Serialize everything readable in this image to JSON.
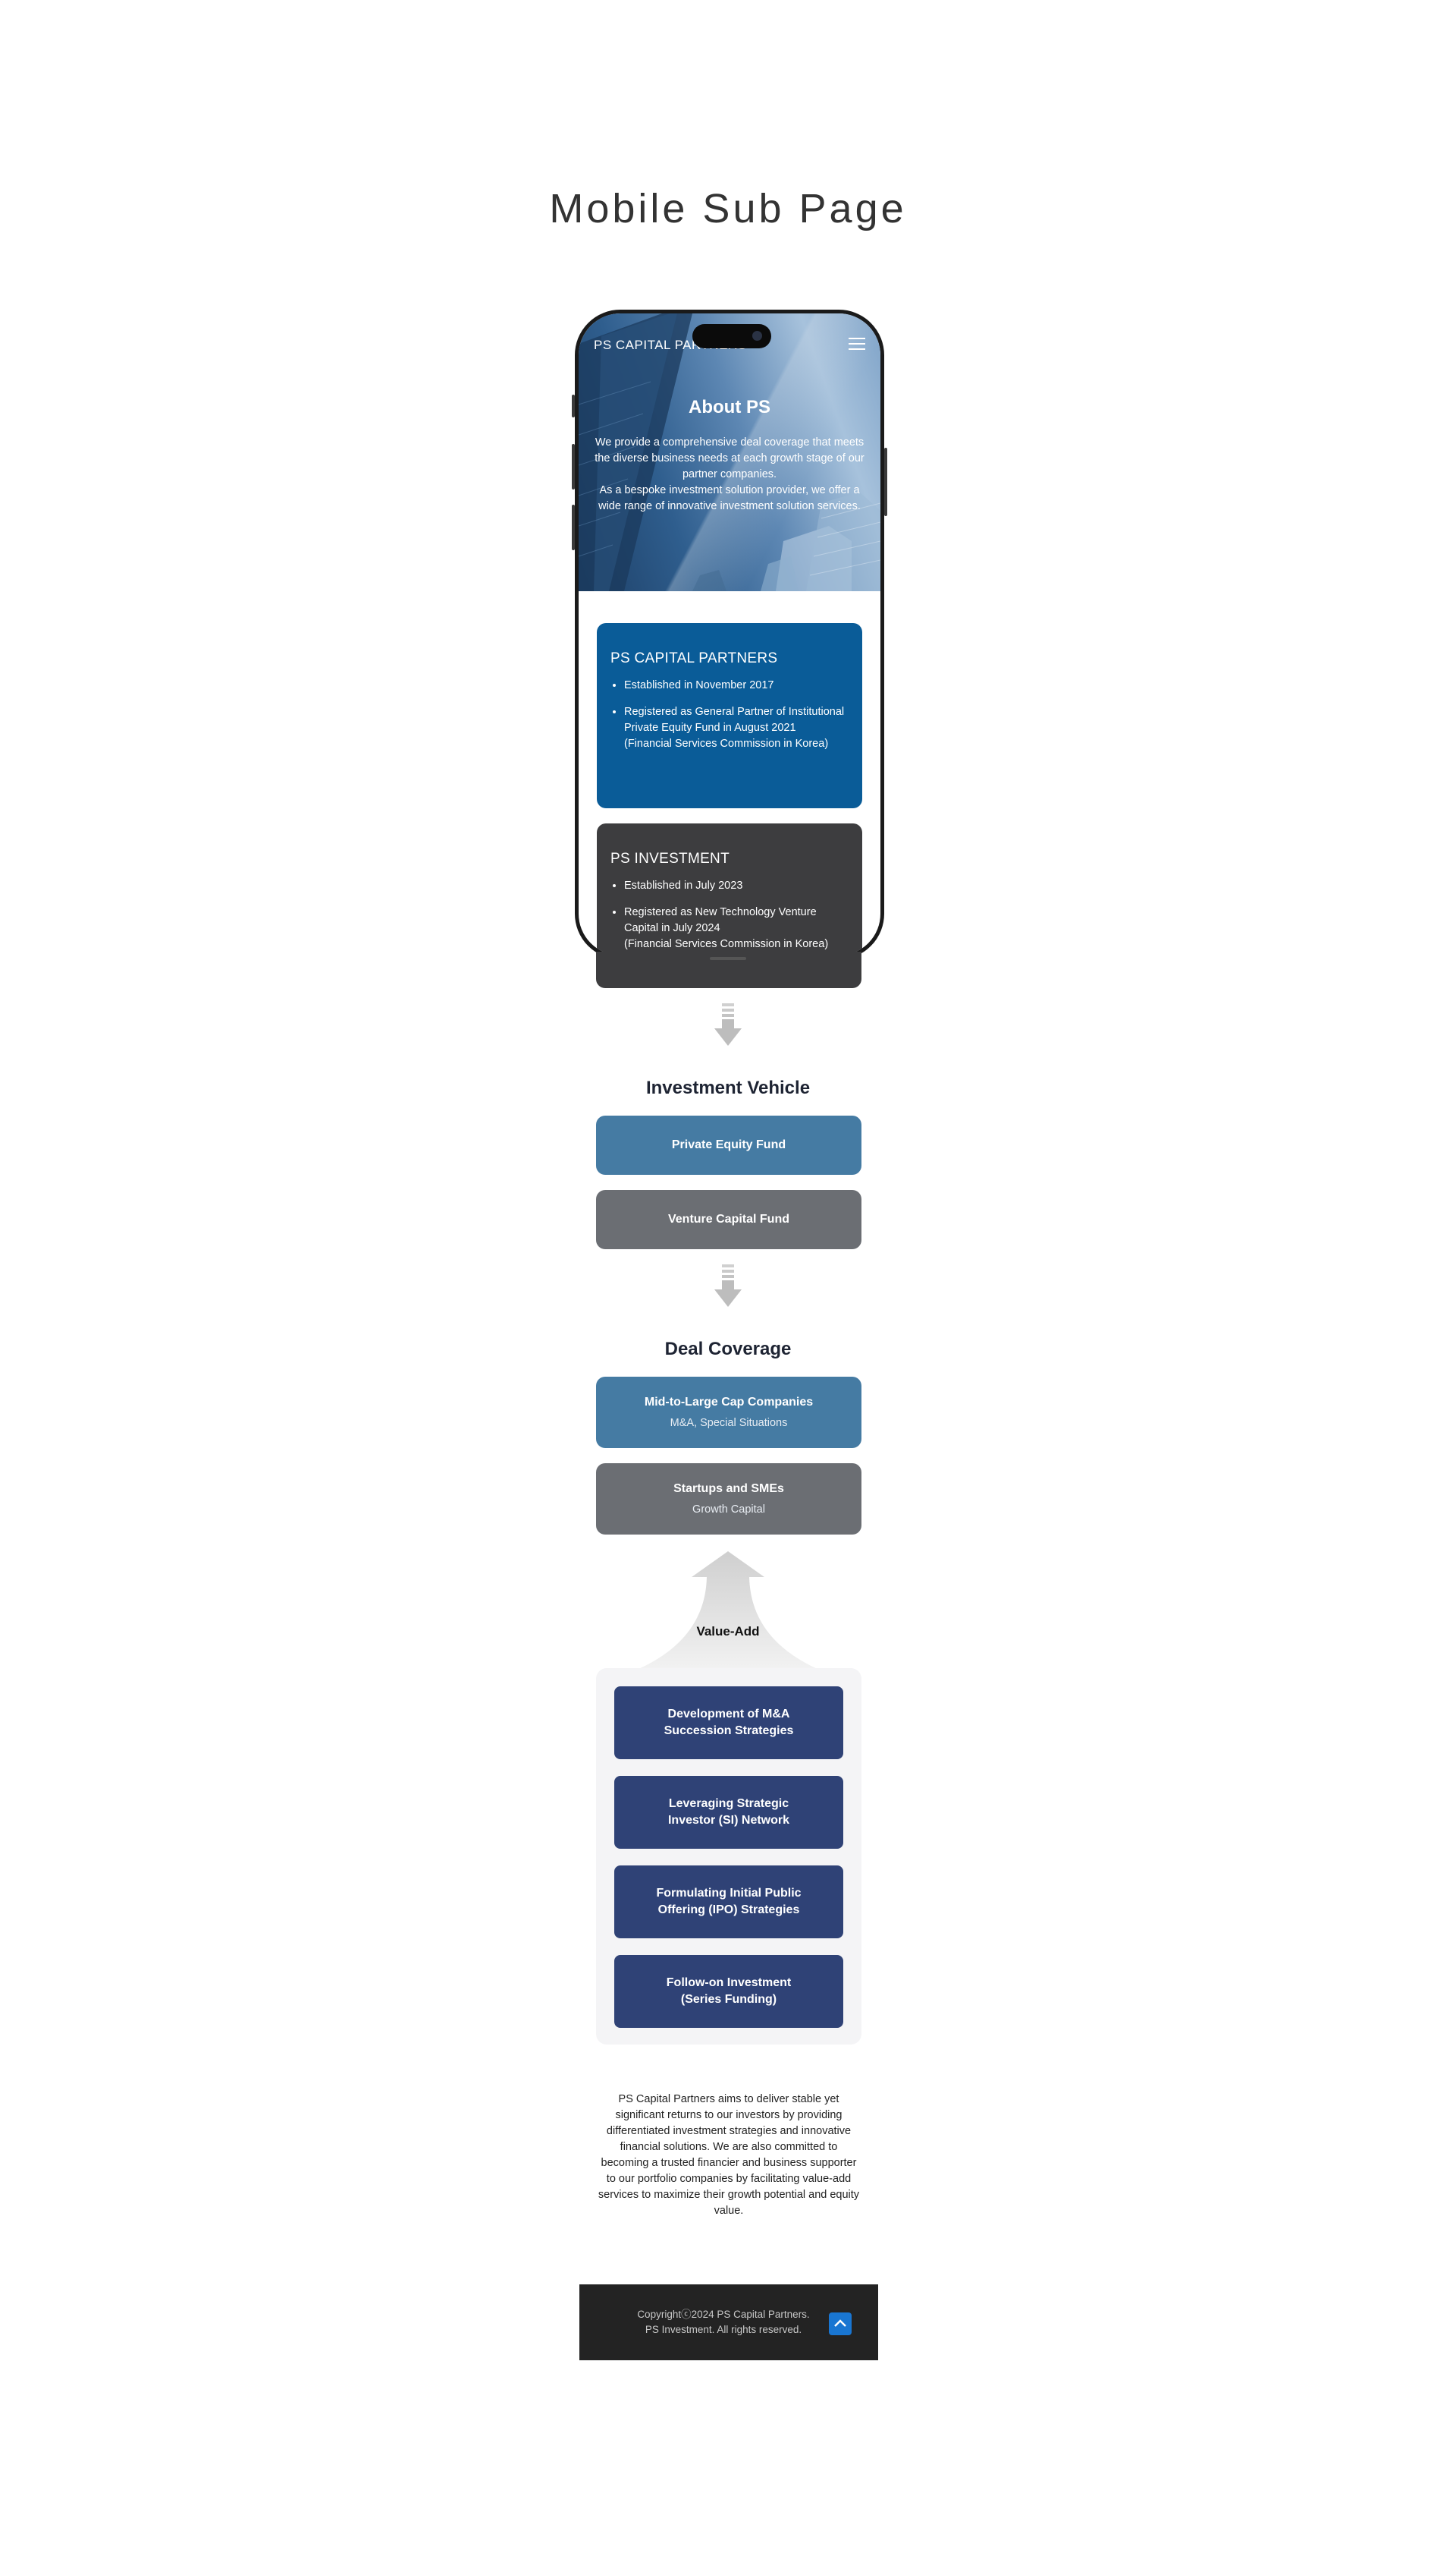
{
  "page": {
    "title": "Mobile Sub Page"
  },
  "hero": {
    "brand": "PS CAPITAL PARTNERS",
    "menu_icon": "hamburger-menu-icon",
    "title": "About PS",
    "text_1": "We provide a comprehensive deal coverage that meets the diverse business needs at each growth stage of our partner companies.",
    "text_2": "As a bespoke investment solution provider, we offer a wide range of innovative investment solution services."
  },
  "companies": [
    {
      "name": "PS CAPITAL PARTNERS",
      "color": "#0a5c98",
      "items": [
        {
          "text": "Established in November 2017",
          "sub": ""
        },
        {
          "text": "Registered as General Partner of Institutional Private Equity Fund in August 2021",
          "sub": "(Financial Services Commission in Korea)"
        }
      ]
    },
    {
      "name": "PS INVESTMENT",
      "color": "#3d3d3f",
      "items": [
        {
          "text": "Established in July 2023",
          "sub": ""
        },
        {
          "text": "Registered as New Technology Venture Capital in July 2024",
          "sub": "(Financial Services Commission in Korea)"
        }
      ]
    }
  ],
  "investment_vehicle": {
    "title": "Investment Vehicle",
    "items": [
      "Private Equity Fund",
      "Venture Capital Fund"
    ]
  },
  "deal_coverage": {
    "title": "Deal Coverage",
    "items": [
      {
        "main": "Mid-to-Large Cap Companies",
        "sub": "M&A, Special Situations"
      },
      {
        "main": "Startups and SMEs",
        "sub": "Growth Capital"
      }
    ]
  },
  "value_add": {
    "label": "Value-Add",
    "items": [
      "Development of M&A Succession Strategies",
      "Leveraging Strategic Investor (SI) Network",
      "Formulating Initial Public Offering (IPO) Strategies",
      "Follow-on Investment (Series Funding)"
    ]
  },
  "closing_text": "PS Capital Partners aims to deliver stable yet significant returns to our investors by providing differentiated investment strategies and innovative financial solutions. We are also committed to becoming a trusted financier and business supporter to our portfolio companies by facilitating value-add services to maximize their growth potential and equity value.",
  "footer": {
    "line_1": "Copyrightⓒ2024 PS Capital Partners.",
    "line_2": "PS Investment. All rights reserved.",
    "top_icon": "arrow-up-icon"
  },
  "colors": {
    "primary_blue": "#0a5c98",
    "steel_blue": "#457ba3",
    "slate_grey": "#6b6e73",
    "navy": "#2f4276",
    "dark": "#3d3d3f",
    "footer": "#232323"
  }
}
